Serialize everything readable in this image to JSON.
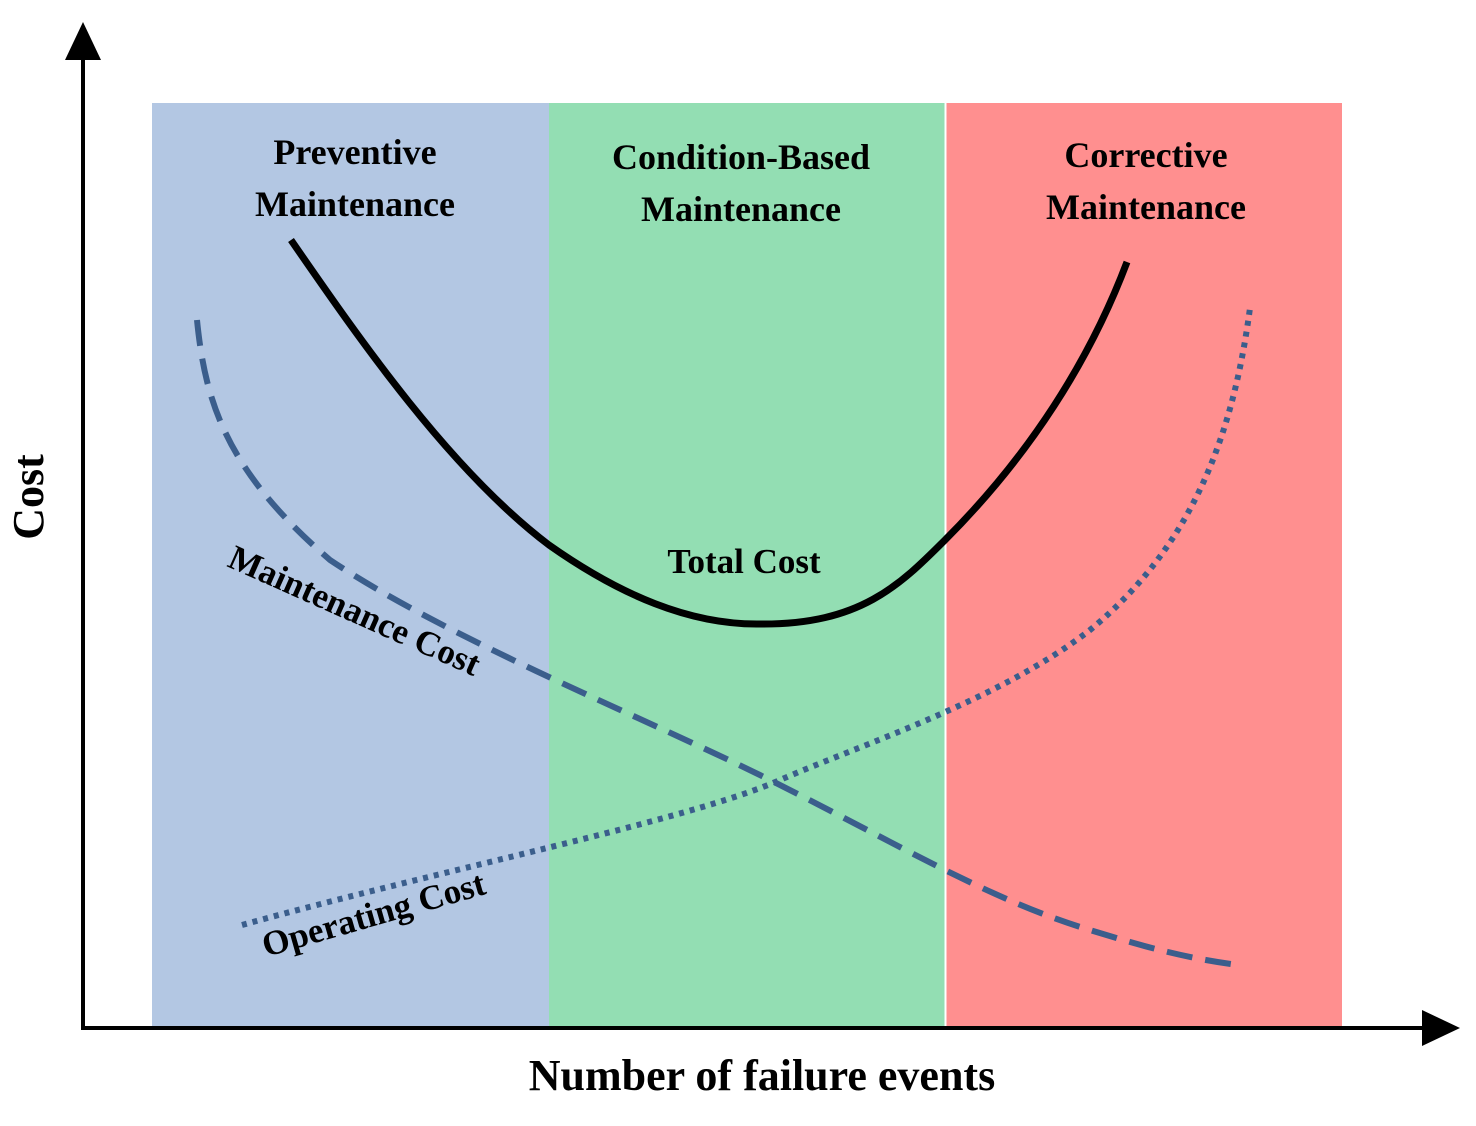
{
  "axes": {
    "x_label": "Number of failure events",
    "y_label": "Cost"
  },
  "zones": [
    {
      "id": "preventive",
      "line1": "Preventive",
      "line2": "Maintenance",
      "color": "#B3C7E3"
    },
    {
      "id": "condition-based",
      "line1": "Condition-Based",
      "line2": "Maintenance",
      "color": "#93DEB3"
    },
    {
      "id": "corrective",
      "line1": "Corrective",
      "line2": "Maintenance",
      "color": "#FF8F8F"
    }
  ],
  "curves": {
    "total_cost": {
      "label": "Total Cost",
      "color": "#000000",
      "style": "solid"
    },
    "maintenance_cost": {
      "label": "Maintenance Cost",
      "color": "#3B5E8C",
      "style": "dashed"
    },
    "operating_cost": {
      "label": "Operating Cost",
      "color": "#3B5E8C",
      "style": "dotted"
    }
  }
}
